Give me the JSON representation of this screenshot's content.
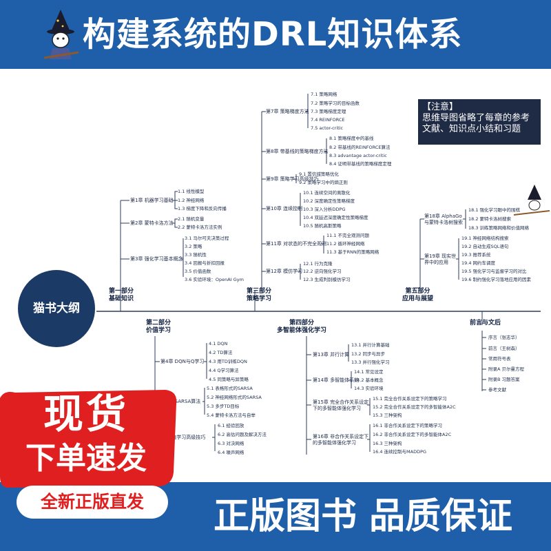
{
  "banner": {
    "title": "构建系统的DRL知识体系"
  },
  "note": {
    "header": "【注意】",
    "body": "思维导图省略了每章的参考文献、知识点小结和习题"
  },
  "center": {
    "label": "猫书大纲"
  },
  "parts": {
    "p1": {
      "title": "第一部分",
      "subtitle": "基础知识"
    },
    "p2": {
      "title": "第二部分",
      "subtitle": "价值学习"
    },
    "p3": {
      "title": "第三部分",
      "subtitle": "策略学习"
    },
    "p4": {
      "title": "第四部分",
      "subtitle": "多智能体强化学习"
    },
    "p5": {
      "title": "第五部分",
      "subtitle": "应用与展望"
    },
    "front": {
      "title": "前言与文后"
    }
  },
  "chapters": [
    {
      "label": "第1章 机器学习基础",
      "items": [
        "1.1 线性模型",
        "1.2 神经网络",
        "1.3 梯度下降和反向传播"
      ]
    },
    {
      "label": "第2章 蒙特卡洛方法",
      "items": [
        "2.1 随机变量",
        "2.2 蒙特卡洛方法实例"
      ]
    },
    {
      "label": "第3章 强化学习基本概念",
      "items": [
        "3.1 马尔可夫决策过程",
        "3.2 策略",
        "3.3 随机性",
        "3.4 回报与折扣回报",
        "3.5 价值函数",
        "3.6 实验环境：OpenAI Gym"
      ]
    },
    {
      "label": "第4章 DQN与Q学习",
      "items": [
        "4.1 DQN",
        "4.2 TD算法",
        "4.3 用TD训练DQN",
        "4.4 Q学习算法",
        "4.5 同策略与异策略"
      ]
    },
    {
      "label": "第5章 SARSA算法",
      "items": [
        "5.1 表格形式的SARSA",
        "5.2 神经网络形式的SARSA",
        "5.3 多步TD目标",
        "5.4 蒙特卡洛方法与自举"
      ]
    },
    {
      "label": "章 价值学习高级技巧",
      "items": [
        "6.1 经验回放",
        "6.2 高估问题及解决方法",
        "6.3 对决网络",
        "6.4 噪声网络"
      ]
    },
    {
      "label": "第7章 策略梯度方法",
      "items": [
        "7.1 策略网络",
        "7.2 策略学习的目标函数",
        "7.3 策略梯度定理",
        "7.4 REINFORCE",
        "7.5 actor-critic"
      ]
    },
    {
      "label": "第8章 带基线的策略梯度方法",
      "items": [
        "8.1 策略梯度中的基线",
        "8.2 带基线的REINFORCE算法",
        "8.3 advantage actor-critic",
        "8.4 证明带基线的策略梯度定理"
      ]
    },
    {
      "label": "第9章 策略学习高级技巧",
      "items": [
        "9.1 置信域策略优化",
        "9.2 策略学习中的熵正则"
      ]
    },
    {
      "label": "第10章 连续控制",
      "items": [
        "10.1 连续空间的离散化",
        "10.2 深度确定性策略梯度",
        "10.3 深入分析DDPG",
        "10.4 双延迟深度确定性策略梯度",
        "10.5 随机高斯策略"
      ]
    },
    {
      "label": "第11章 对状态的不完全观测",
      "items": [
        "11.1 不完全观测问题",
        "11.2 循环神经网络",
        "11.3 基于RNN的策略网络"
      ]
    },
    {
      "label": "第12章 模仿学习",
      "items": [
        "12.1 行为克隆",
        "12.2 逆向强化学习",
        "12.3 生成判别模仿学习"
      ]
    },
    {
      "label": "第13章 并行计算",
      "items": [
        "13.1 并行计算基础",
        "13.2 同步与异步",
        "13.3 并行强化学习"
      ]
    },
    {
      "label": "第14章 多智能体系统",
      "items": [
        "14.1 常见设定",
        "14.2 基本概念",
        "14.3 实验环境"
      ]
    },
    {
      "label": "第15章 完全合作关系设定下的多智能体强化学习",
      "items": [
        "15.1 完全合作关系设定下的策略学习",
        "15.2 完全合作关系设定下的多智能体A2C",
        "15.3 三种架构"
      ]
    },
    {
      "label": "第16章 非合作关系设定下的多智能体强化学习",
      "items": [
        "16.1 非合作关系设定下的策略学习",
        "16.2 非合作关系设定下的多智能体A2C",
        "16.3 三种架构",
        "16.4 连续控制与MADDPG"
      ]
    },
    {
      "label": "第18章 AlphaGo与蒙特卡洛树搜索",
      "items": [
        "18.1 强化学习眼中的围棋",
        "18.2 蒙特卡洛树搜索",
        "18.3 训练策略网络和价值网络"
      ]
    },
    {
      "label": "第19章 现实世界中的应用",
      "items": [
        "19.1 神经网络结构搜索",
        "19.2 自动生成SQL语句",
        "19.3 推荐系统",
        "19.4 网约车调度",
        "19.5 强化学习与监督学习的对比",
        "19.6 制约强化学习落地应用的因素"
      ]
    }
  ],
  "front_items": [
    "序言（张志华）",
    "前言（王树森）",
    "常用符号表",
    "附录A 贝尔曼方程",
    "附录B 习题答案",
    "参考文献"
  ],
  "promo": {
    "line1": "现货",
    "line2": "下单速发",
    "pill": "全新正版直发",
    "guarantee": "正版图书 品质保证"
  },
  "colors": {
    "banner": "#1f5faa",
    "stamp": "#e02020",
    "center": "#1b3a66",
    "note": "#1f2a44",
    "line": "#2b3a5c"
  }
}
